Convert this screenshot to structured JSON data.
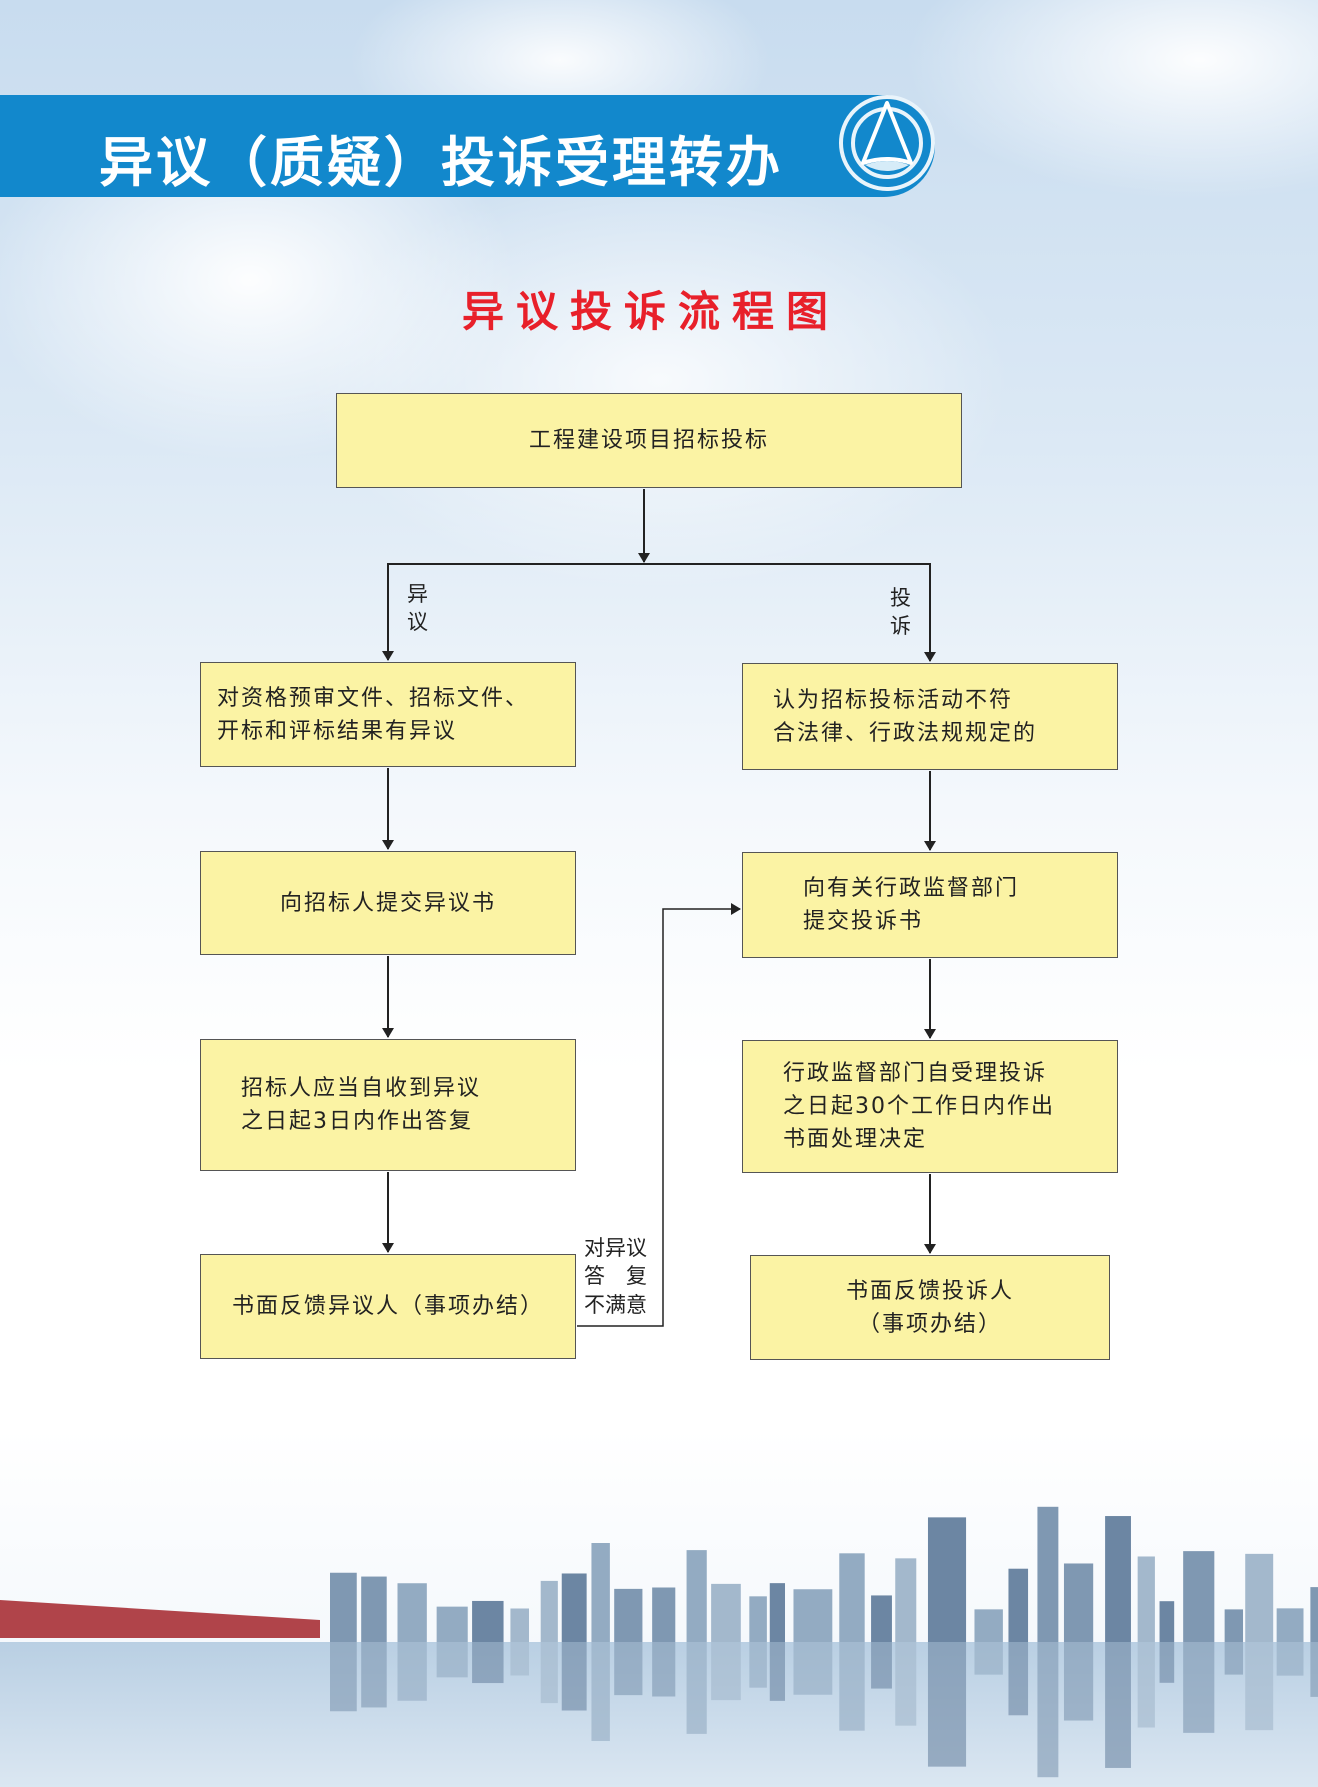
{
  "banner": {
    "title": "异议（质疑）投诉受理转办",
    "logo_icon": "triangle-circle-logo"
  },
  "subtitle": "异议投诉流程图",
  "flow": {
    "start": "工程建设项目招标投标",
    "branch_left_label": [
      "异",
      "议"
    ],
    "branch_right_label": [
      "投",
      "诉"
    ],
    "left": [
      [
        "对资格预审文件、招标文件、",
        "开标和评标结果有异议"
      ],
      [
        "向招标人提交异议书"
      ],
      [
        "招标人应当自收到异议",
        "之日起3日内作出答复"
      ],
      [
        "书面反馈异议人（事项办结）"
      ]
    ],
    "right": [
      [
        "认为招标投标活动不符",
        "合法律、行政法规规定的"
      ],
      [
        "向有关行政监督部门",
        "提交投诉书"
      ],
      [
        "行政监督部门自受理投诉",
        "之日起30个工作日内作出",
        "书面处理决定"
      ],
      [
        "书面反馈投诉人",
        "（事项办结）"
      ]
    ],
    "escalation_label": [
      "对异议",
      "答　复",
      "不满意"
    ]
  },
  "colors": {
    "banner": "#1288cc",
    "subtitle": "#e8202a",
    "box": "#fbf3a4"
  }
}
